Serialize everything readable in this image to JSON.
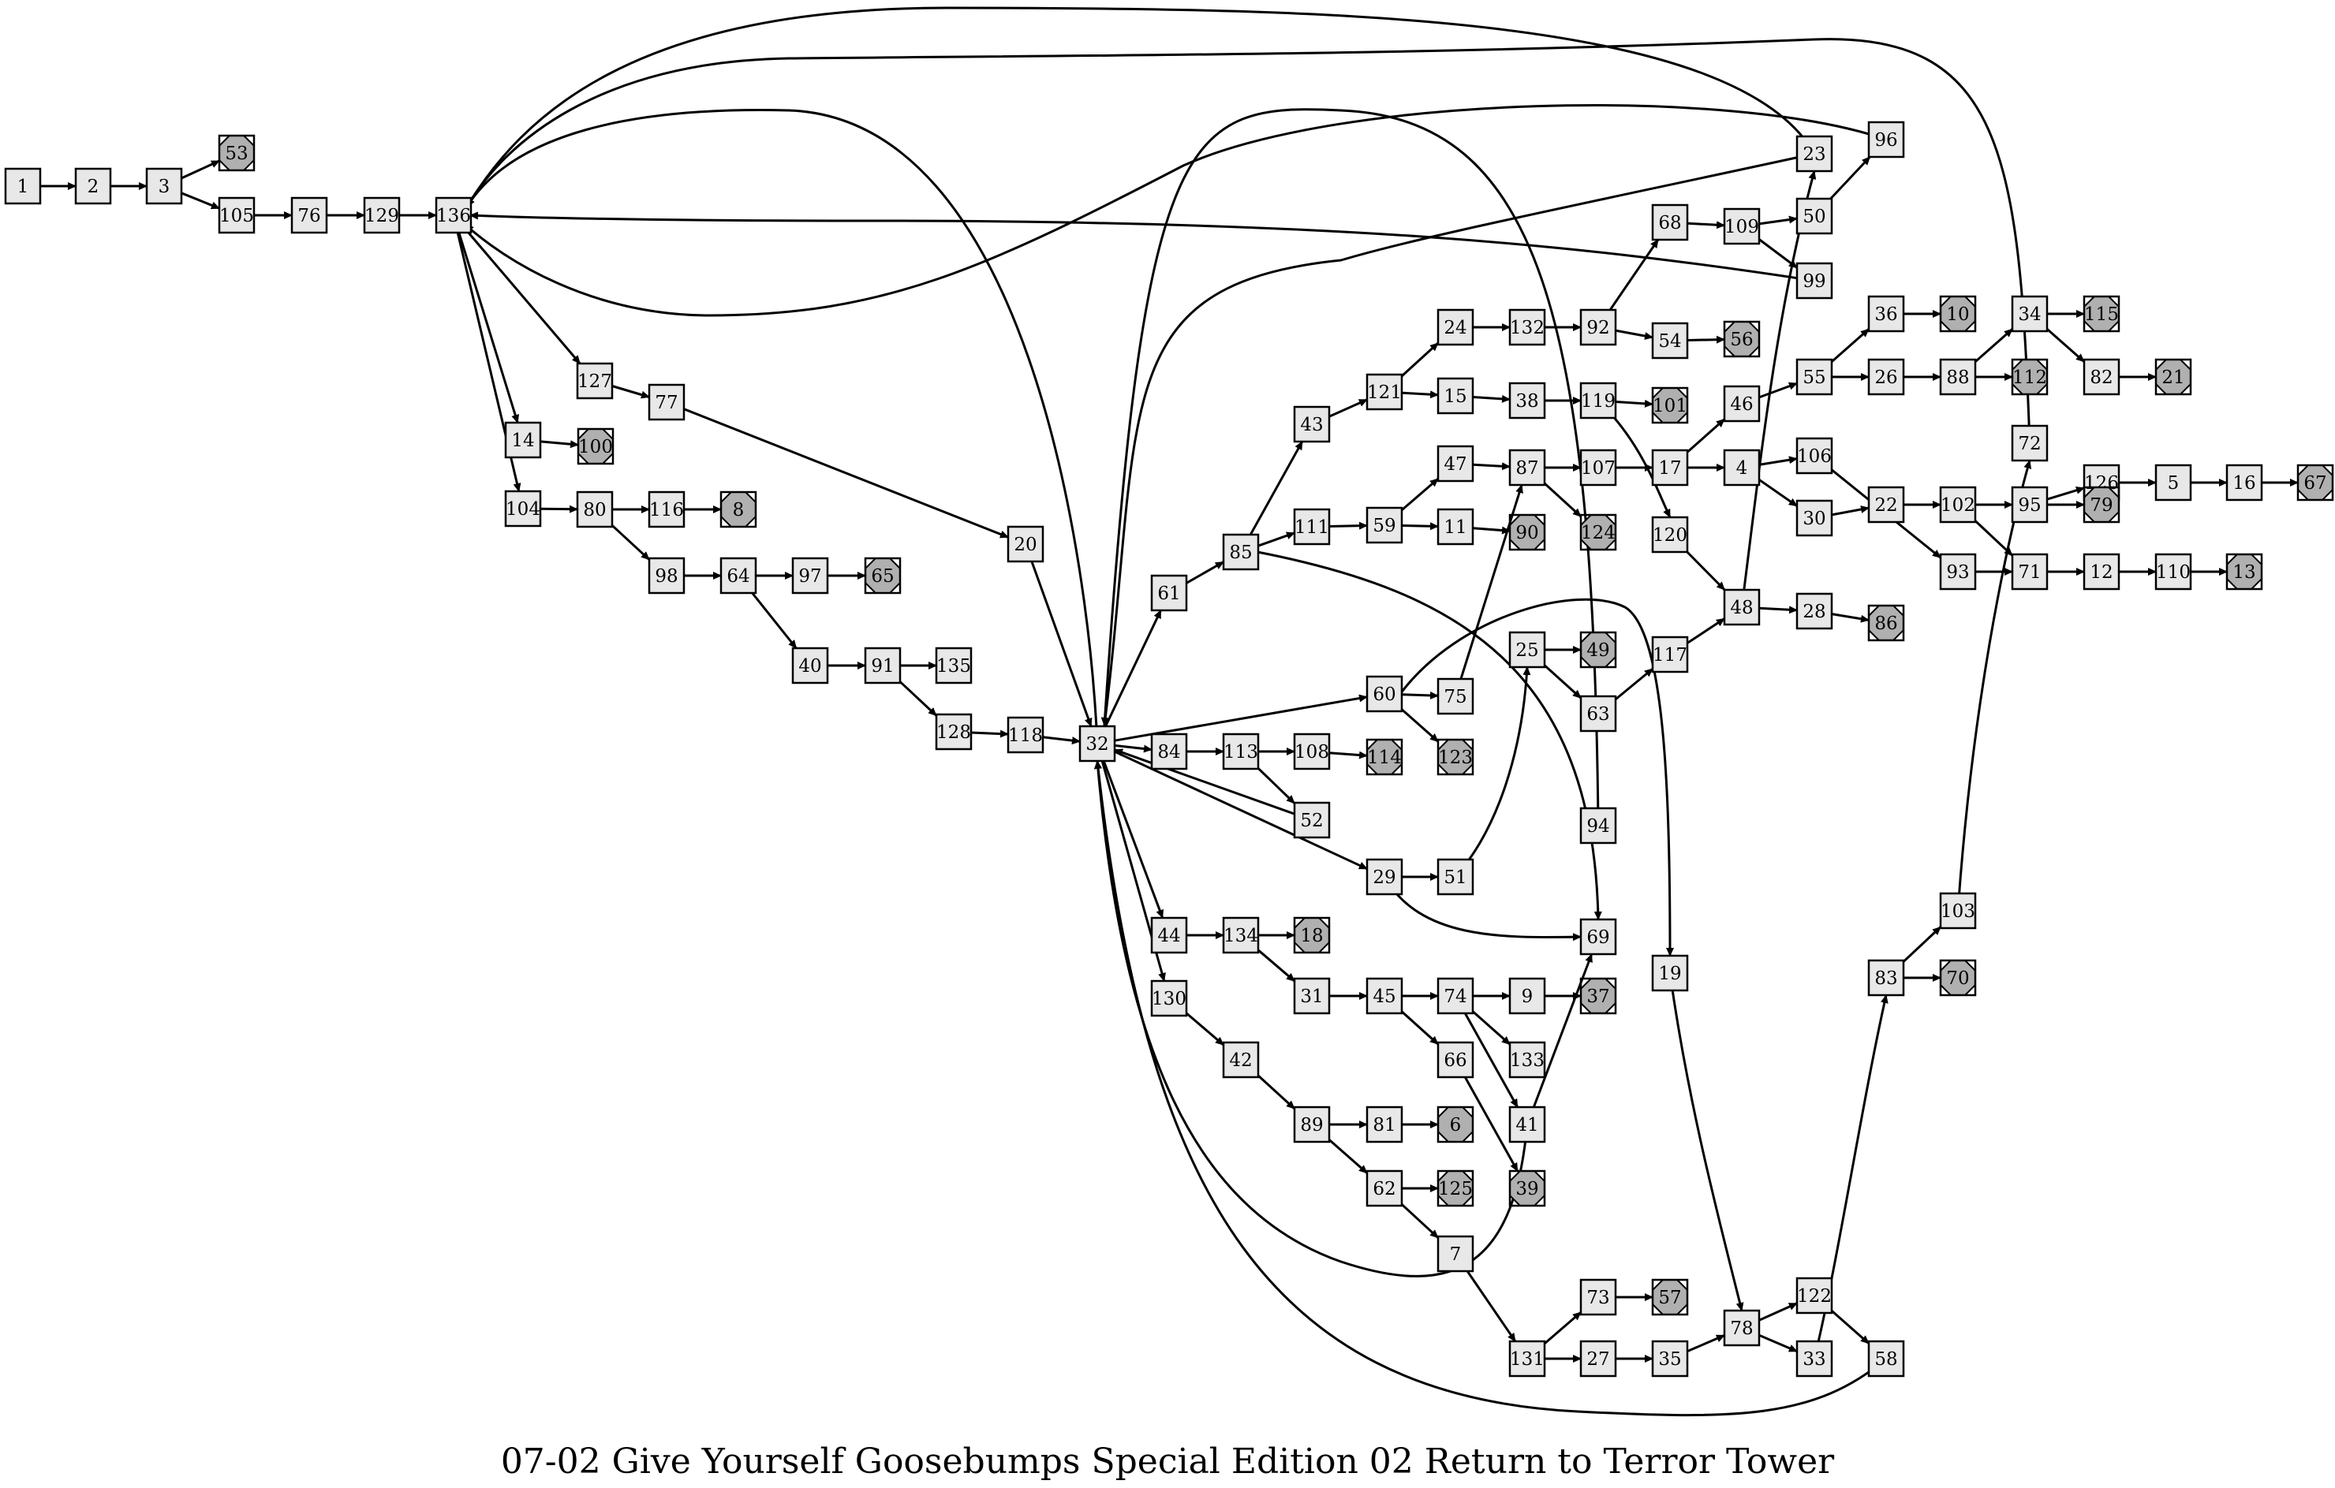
{
  "title": "07-02 Give Yourself Goosebumps Special Edition 02 Return to Terror Tower",
  "colors": {
    "page": "#e8e8e8",
    "ending": "#b0b0b0",
    "stroke": "#000000"
  },
  "legend": {
    "page_shape": "square",
    "ending_shape": "octagon"
  },
  "nodes": {
    "pages": [
      "1",
      "2",
      "3",
      "105",
      "76",
      "129",
      "136",
      "127",
      "77",
      "14",
      "104",
      "80",
      "116",
      "98",
      "64",
      "97",
      "40",
      "91",
      "135",
      "128",
      "118",
      "20",
      "32",
      "61",
      "85",
      "43",
      "121",
      "24",
      "132",
      "92",
      "68",
      "109",
      "50",
      "99",
      "54",
      "15",
      "38",
      "119",
      "120",
      "111",
      "59",
      "47",
      "87",
      "107",
      "17",
      "46",
      "55",
      "36",
      "26",
      "88",
      "34",
      "82",
      "72",
      "4",
      "106",
      "30",
      "22",
      "102",
      "95",
      "126",
      "5",
      "16",
      "71",
      "12",
      "110",
      "93",
      "11",
      "48",
      "28",
      "117",
      "25",
      "63",
      "60",
      "75",
      "84",
      "113",
      "108",
      "52",
      "29",
      "51",
      "94",
      "69",
      "44",
      "134",
      "31",
      "45",
      "74",
      "9",
      "66",
      "133",
      "41",
      "130",
      "42",
      "89",
      "81",
      "62",
      "7",
      "131",
      "73",
      "27",
      "35",
      "78",
      "122",
      "33",
      "58",
      "83",
      "103",
      "19",
      "23",
      "96"
    ],
    "endings": [
      "53",
      "100",
      "8",
      "65",
      "56",
      "101",
      "90",
      "124",
      "10",
      "112",
      "115",
      "21",
      "67",
      "79",
      "13",
      "86",
      "49",
      "114",
      "123",
      "18",
      "37",
      "6",
      "125",
      "39",
      "57",
      "70"
    ]
  },
  "edges": [
    [
      "1",
      "2"
    ],
    [
      "2",
      "3"
    ],
    [
      "3",
      "53"
    ],
    [
      "3",
      "105"
    ],
    [
      "105",
      "76"
    ],
    [
      "76",
      "129"
    ],
    [
      "129",
      "136"
    ],
    [
      "136",
      "127"
    ],
    [
      "136",
      "14"
    ],
    [
      "136",
      "104"
    ],
    [
      "127",
      "77"
    ],
    [
      "77",
      "20"
    ],
    [
      "14",
      "100"
    ],
    [
      "104",
      "80"
    ],
    [
      "80",
      "116"
    ],
    [
      "80",
      "98"
    ],
    [
      "116",
      "8"
    ],
    [
      "98",
      "64"
    ],
    [
      "64",
      "97"
    ],
    [
      "64",
      "40"
    ],
    [
      "97",
      "65"
    ],
    [
      "40",
      "91"
    ],
    [
      "91",
      "135"
    ],
    [
      "91",
      "128"
    ],
    [
      "128",
      "118"
    ],
    [
      "118",
      "32"
    ],
    [
      "20",
      "32"
    ],
    [
      "32",
      "61"
    ],
    [
      "32",
      "60"
    ],
    [
      "32",
      "84"
    ],
    [
      "32",
      "29"
    ],
    [
      "32",
      "44"
    ],
    [
      "32",
      "130"
    ],
    [
      "32",
      "136"
    ],
    [
      "61",
      "85"
    ],
    [
      "85",
      "43"
    ],
    [
      "85",
      "111"
    ],
    [
      "85",
      "69"
    ],
    [
      "43",
      "121"
    ],
    [
      "121",
      "24"
    ],
    [
      "121",
      "15"
    ],
    [
      "24",
      "132"
    ],
    [
      "132",
      "92"
    ],
    [
      "92",
      "68"
    ],
    [
      "92",
      "54"
    ],
    [
      "68",
      "109"
    ],
    [
      "109",
      "50"
    ],
    [
      "109",
      "99"
    ],
    [
      "50",
      "96"
    ],
    [
      "54",
      "56"
    ],
    [
      "15",
      "38"
    ],
    [
      "38",
      "119"
    ],
    [
      "119",
      "101"
    ],
    [
      "119",
      "120"
    ],
    [
      "120",
      "48"
    ],
    [
      "111",
      "59"
    ],
    [
      "59",
      "47"
    ],
    [
      "59",
      "11"
    ],
    [
      "47",
      "87"
    ],
    [
      "11",
      "90"
    ],
    [
      "87",
      "107"
    ],
    [
      "87",
      "124"
    ],
    [
      "107",
      "17"
    ],
    [
      "17",
      "46"
    ],
    [
      "17",
      "4"
    ],
    [
      "46",
      "55"
    ],
    [
      "55",
      "36"
    ],
    [
      "55",
      "26"
    ],
    [
      "36",
      "10"
    ],
    [
      "26",
      "88"
    ],
    [
      "88",
      "34"
    ],
    [
      "88",
      "112"
    ],
    [
      "34",
      "115"
    ],
    [
      "34",
      "82"
    ],
    [
      "82",
      "21"
    ],
    [
      "4",
      "106"
    ],
    [
      "4",
      "30"
    ],
    [
      "106",
      "93"
    ],
    [
      "30",
      "22"
    ],
    [
      "22",
      "102"
    ],
    [
      "102",
      "95"
    ],
    [
      "102",
      "71"
    ],
    [
      "95",
      "126"
    ],
    [
      "95",
      "79"
    ],
    [
      "126",
      "5"
    ],
    [
      "5",
      "16"
    ],
    [
      "16",
      "67"
    ],
    [
      "93",
      "71"
    ],
    [
      "71",
      "12"
    ],
    [
      "12",
      "110"
    ],
    [
      "110",
      "13"
    ],
    [
      "48",
      "28"
    ],
    [
      "48",
      "23"
    ],
    [
      "28",
      "86"
    ],
    [
      "117",
      "48"
    ],
    [
      "25",
      "49"
    ],
    [
      "25",
      "63"
    ],
    [
      "63",
      "117"
    ],
    [
      "60",
      "75"
    ],
    [
      "60",
      "123"
    ],
    [
      "60",
      "19"
    ],
    [
      "75",
      "87"
    ],
    [
      "84",
      "113"
    ],
    [
      "113",
      "108"
    ],
    [
      "113",
      "52"
    ],
    [
      "108",
      "114"
    ],
    [
      "52",
      "32"
    ],
    [
      "29",
      "51"
    ],
    [
      "29",
      "69"
    ],
    [
      "51",
      "25"
    ],
    [
      "44",
      "134"
    ],
    [
      "134",
      "18"
    ],
    [
      "134",
      "31"
    ],
    [
      "31",
      "45"
    ],
    [
      "45",
      "74"
    ],
    [
      "45",
      "66"
    ],
    [
      "74",
      "9"
    ],
    [
      "74",
      "133"
    ],
    [
      "74",
      "41"
    ],
    [
      "9",
      "37"
    ],
    [
      "66",
      "39"
    ],
    [
      "41",
      "69"
    ],
    [
      "41",
      "32"
    ],
    [
      "130",
      "42"
    ],
    [
      "42",
      "89"
    ],
    [
      "89",
      "81"
    ],
    [
      "89",
      "62"
    ],
    [
      "81",
      "6"
    ],
    [
      "62",
      "125"
    ],
    [
      "62",
      "7"
    ],
    [
      "7",
      "131"
    ],
    [
      "131",
      "73"
    ],
    [
      "131",
      "27"
    ],
    [
      "73",
      "57"
    ],
    [
      "27",
      "35"
    ],
    [
      "35",
      "78"
    ],
    [
      "19",
      "78"
    ],
    [
      "78",
      "122"
    ],
    [
      "78",
      "33"
    ],
    [
      "122",
      "58"
    ],
    [
      "58",
      "32"
    ],
    [
      "33",
      "83"
    ],
    [
      "83",
      "103"
    ],
    [
      "83",
      "70"
    ],
    [
      "103",
      "72"
    ],
    [
      "72",
      "136"
    ],
    [
      "94",
      "32"
    ],
    [
      "96",
      "136"
    ],
    [
      "99",
      "136"
    ],
    [
      "23",
      "32"
    ],
    [
      "23",
      "136"
    ]
  ]
}
